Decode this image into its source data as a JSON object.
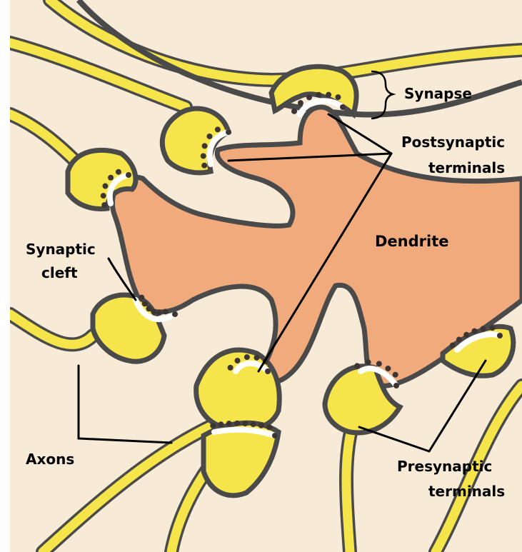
{
  "labels": {
    "synapse": "Synapse",
    "postsynaptic_line1": "Postsynaptic",
    "postsynaptic_line2": "terminals",
    "dendrite": "Dendrite",
    "synaptic_line1": "Synaptic",
    "synaptic_line2": "cleft",
    "axons": "Axons",
    "presynaptic_line1": "Presynaptic",
    "presynaptic_line2": "terminals"
  },
  "colors": {
    "background": "#f7ead6",
    "axon_fill": "#f6e54a",
    "dendrite_fill": "#f0aa7c",
    "membrane": "#4a4a4a",
    "cleft": "#ffffff",
    "vesicle": "#3d3434",
    "leader_line": "#000000"
  }
}
